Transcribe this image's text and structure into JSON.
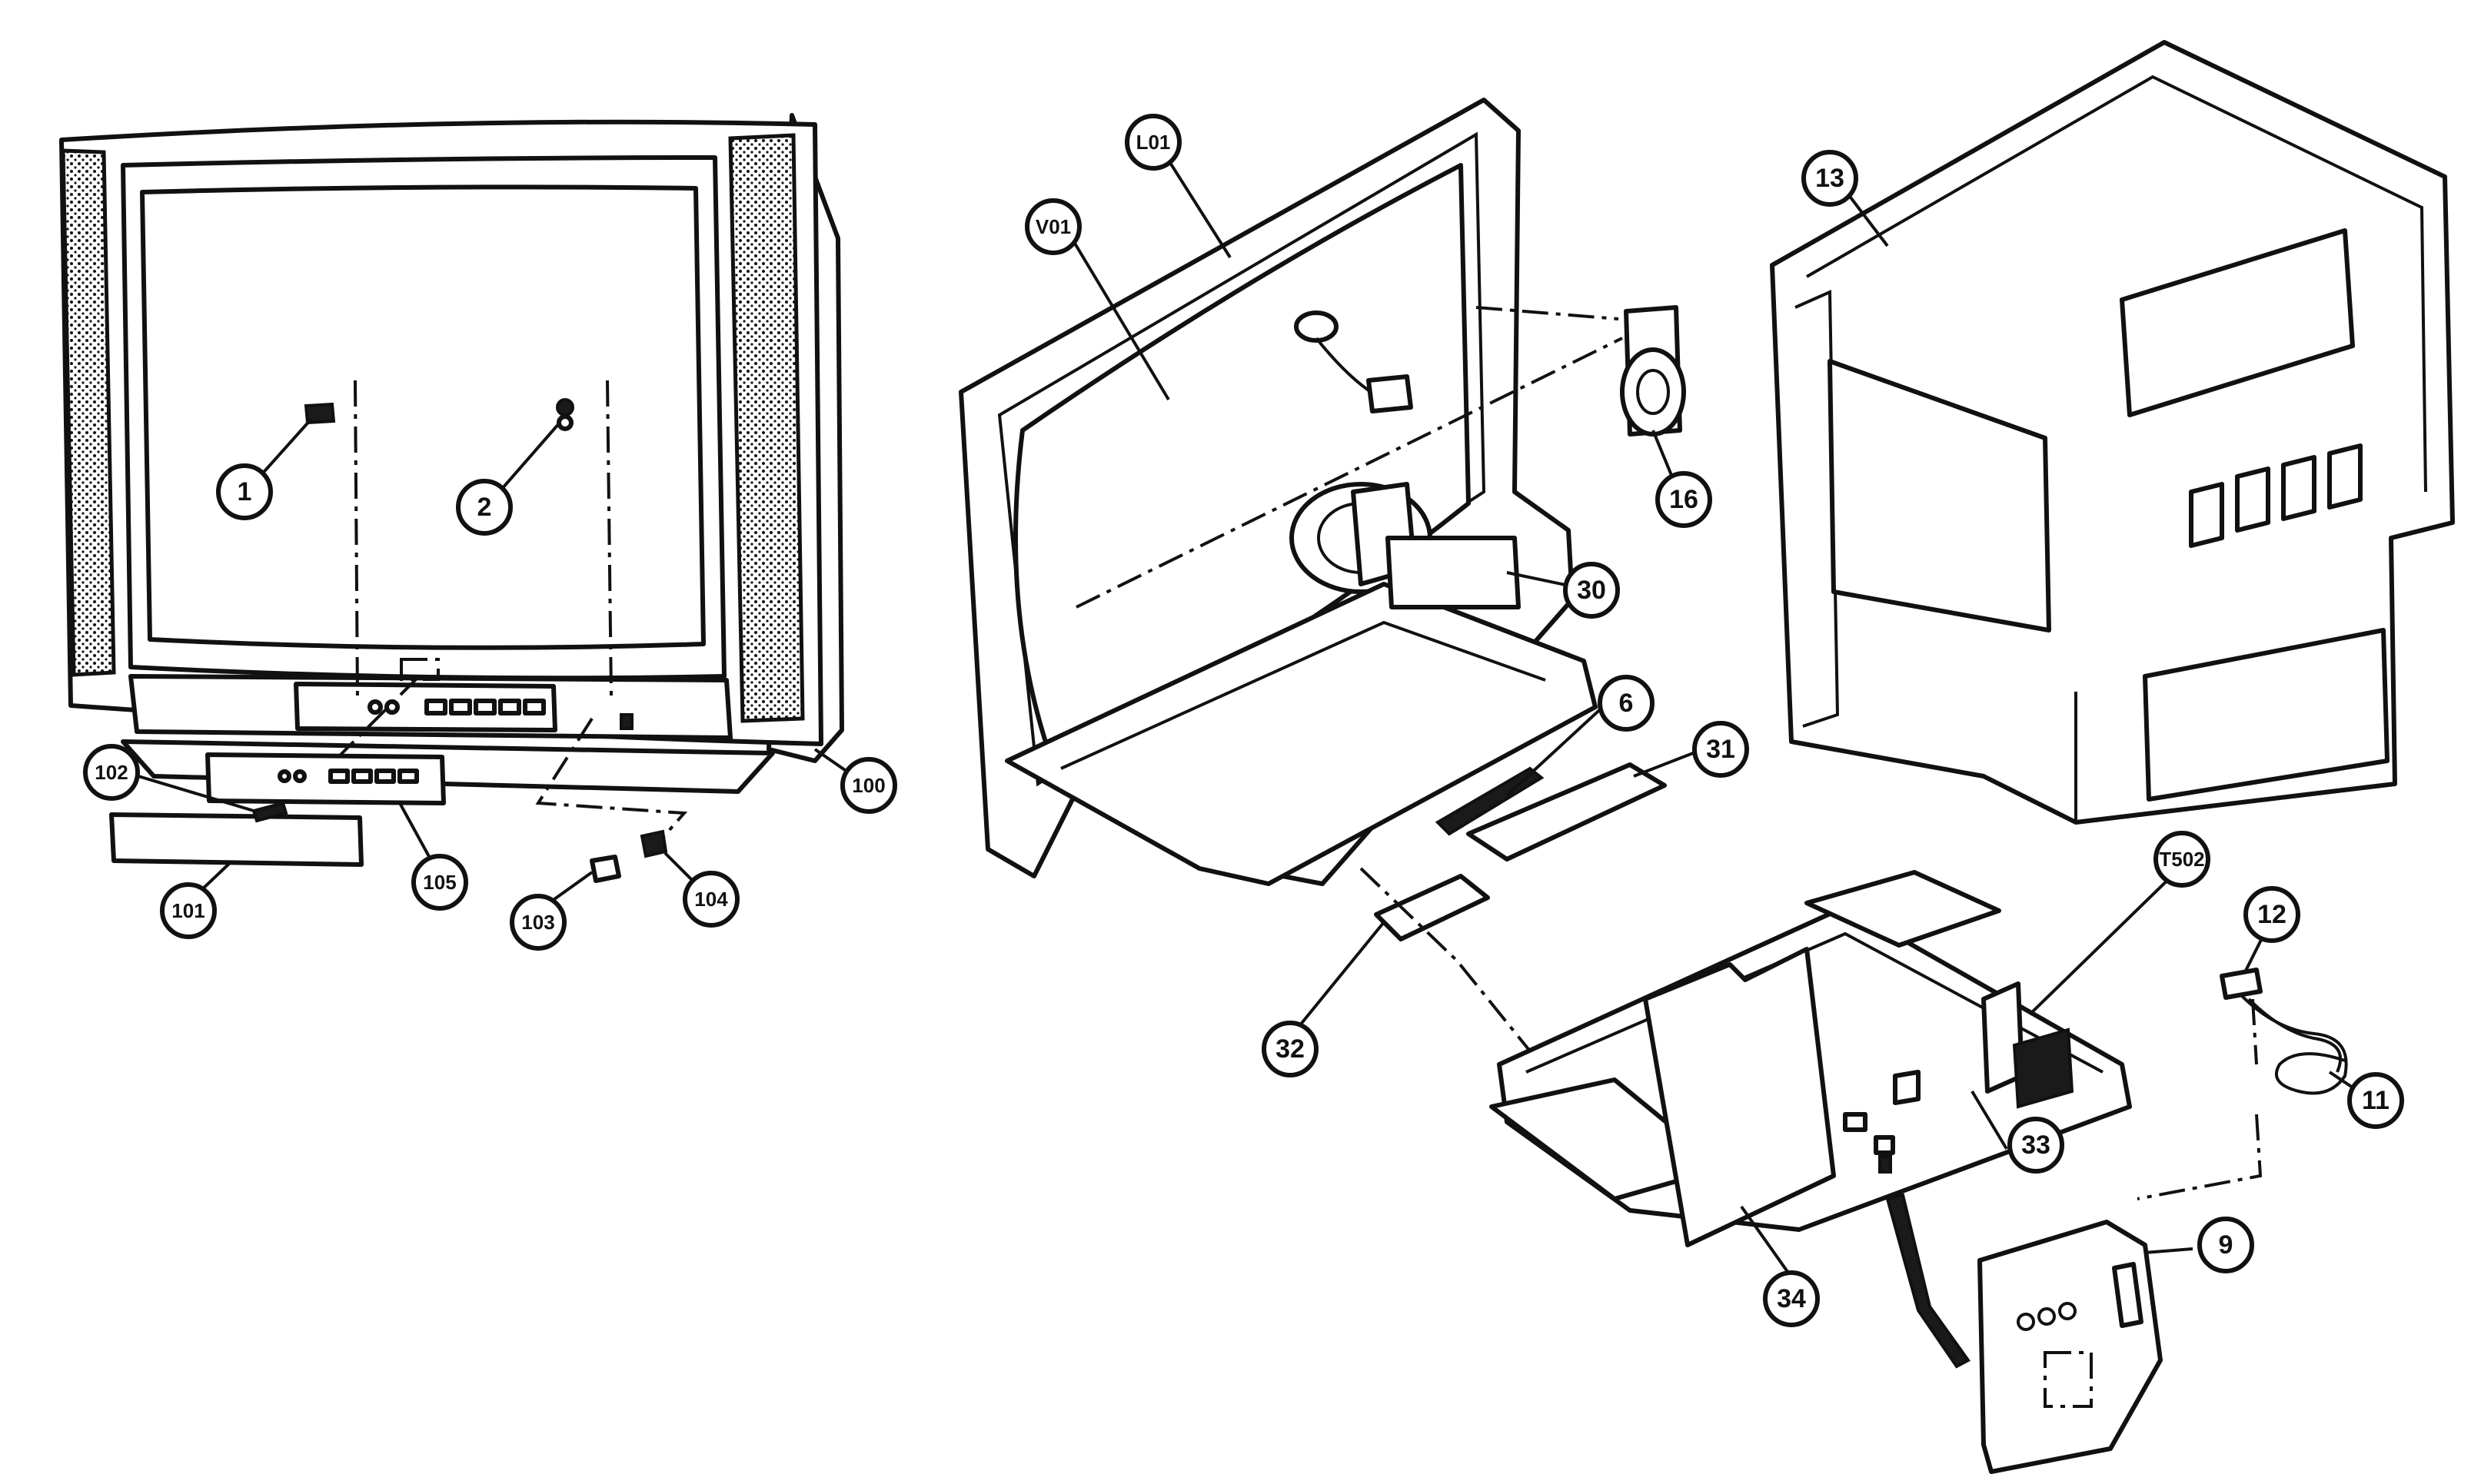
{
  "callouts": [
    {
      "id": "c-1",
      "label": "1"
    },
    {
      "id": "c-2",
      "label": "2"
    },
    {
      "id": "c-100",
      "label": "100"
    },
    {
      "id": "c-102",
      "label": "102"
    },
    {
      "id": "c-105",
      "label": "105"
    },
    {
      "id": "c-101",
      "label": "101"
    },
    {
      "id": "c-103",
      "label": "103"
    },
    {
      "id": "c-104",
      "label": "104"
    },
    {
      "id": "c-v01",
      "label": "V01"
    },
    {
      "id": "c-l01",
      "label": "L01"
    },
    {
      "id": "c-16",
      "label": "16"
    },
    {
      "id": "c-30",
      "label": "30"
    },
    {
      "id": "c-6",
      "label": "6"
    },
    {
      "id": "c-31",
      "label": "31"
    },
    {
      "id": "c-32",
      "label": "32"
    },
    {
      "id": "c-13",
      "label": "13"
    },
    {
      "id": "c-t502",
      "label": "T502"
    },
    {
      "id": "c-12",
      "label": "12"
    },
    {
      "id": "c-11",
      "label": "11"
    },
    {
      "id": "c-33",
      "label": "33"
    },
    {
      "id": "c-34",
      "label": "34"
    },
    {
      "id": "c-9",
      "label": "9"
    }
  ],
  "colors": {
    "ink": "#111111",
    "paper": "#ffffff"
  }
}
